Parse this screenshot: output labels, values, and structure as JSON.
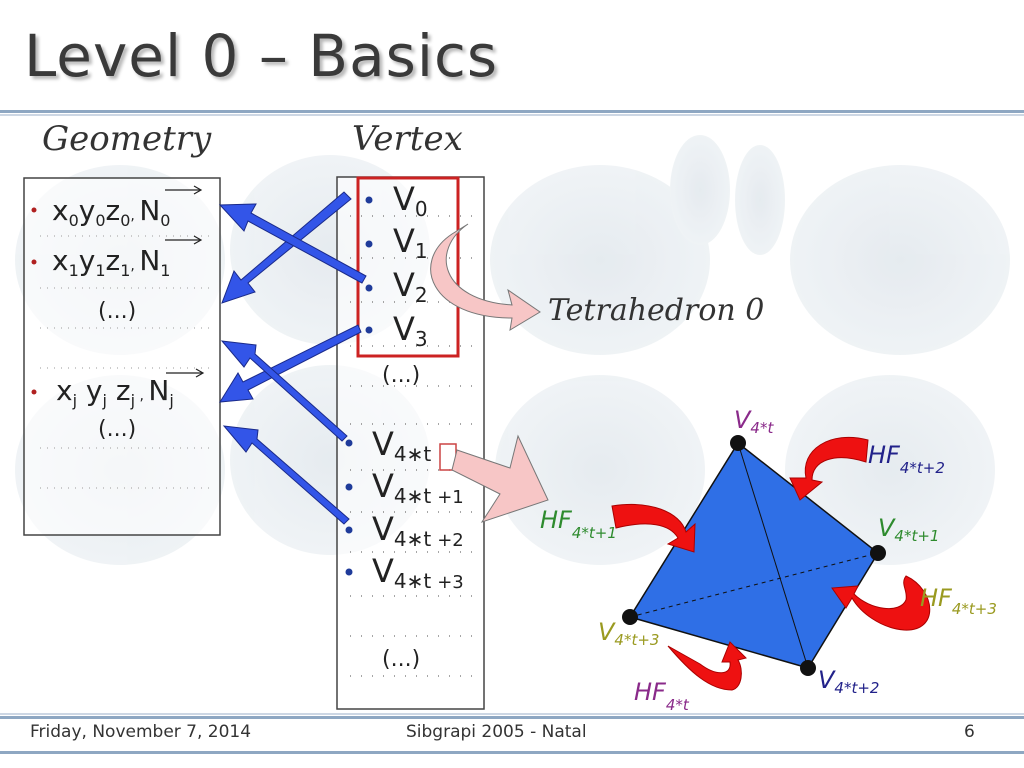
{
  "slide": {
    "title": "Level 0 – Basics"
  },
  "labels": {
    "geometry": "Geometry",
    "vertex": "Vertex",
    "tetrahedron": "Tetrahedron 0"
  },
  "geometry_list": {
    "ellipsis": "(...)"
  },
  "vertex_list": {
    "ellipsis": "(...)"
  },
  "tetra": {
    "v_top": {
      "base": "V",
      "sub": "4*t"
    },
    "v_right": {
      "base": "V",
      "sub": "4*t+1"
    },
    "v_bottom": {
      "base": "V",
      "sub": "4*t+2"
    },
    "v_left": {
      "base": "V",
      "sub": "4*t+3"
    },
    "hf_top_right": {
      "base": "HF",
      "sub": "4*t+2"
    },
    "hf_left": {
      "base": "HF",
      "sub": "4*t+1"
    },
    "hf_right": {
      "base": "HF",
      "sub": "4*t+3"
    },
    "hf_bottom": {
      "base": "HF",
      "sub": "4*t"
    }
  },
  "footer": {
    "date": "Friday, November 7, 2014",
    "center": "Sibgrapi 2005 - Natal",
    "page": "6"
  },
  "colors": {
    "arrow_blue": "#3355e8",
    "tetra_blue": "#2f6fe6",
    "frame_red": "#cc2222",
    "curl_red": "#ee1111",
    "label_purple": "#8a2a8a",
    "label_green": "#2e8b2e",
    "label_olive": "#9a9a20",
    "label_navy": "#22228a"
  }
}
